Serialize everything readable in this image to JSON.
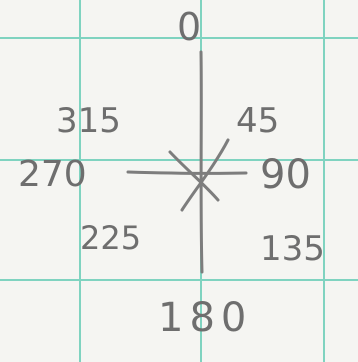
{
  "compass": {
    "labels": {
      "n": "0",
      "ne": "45",
      "e": "90",
      "se": "135",
      "s": "180",
      "sw": "225",
      "w": "270",
      "nw": "315"
    }
  },
  "colors": {
    "paper": "#f5f5f2",
    "grid": "#7fd3c0",
    "ink": "#7d7d7d"
  }
}
